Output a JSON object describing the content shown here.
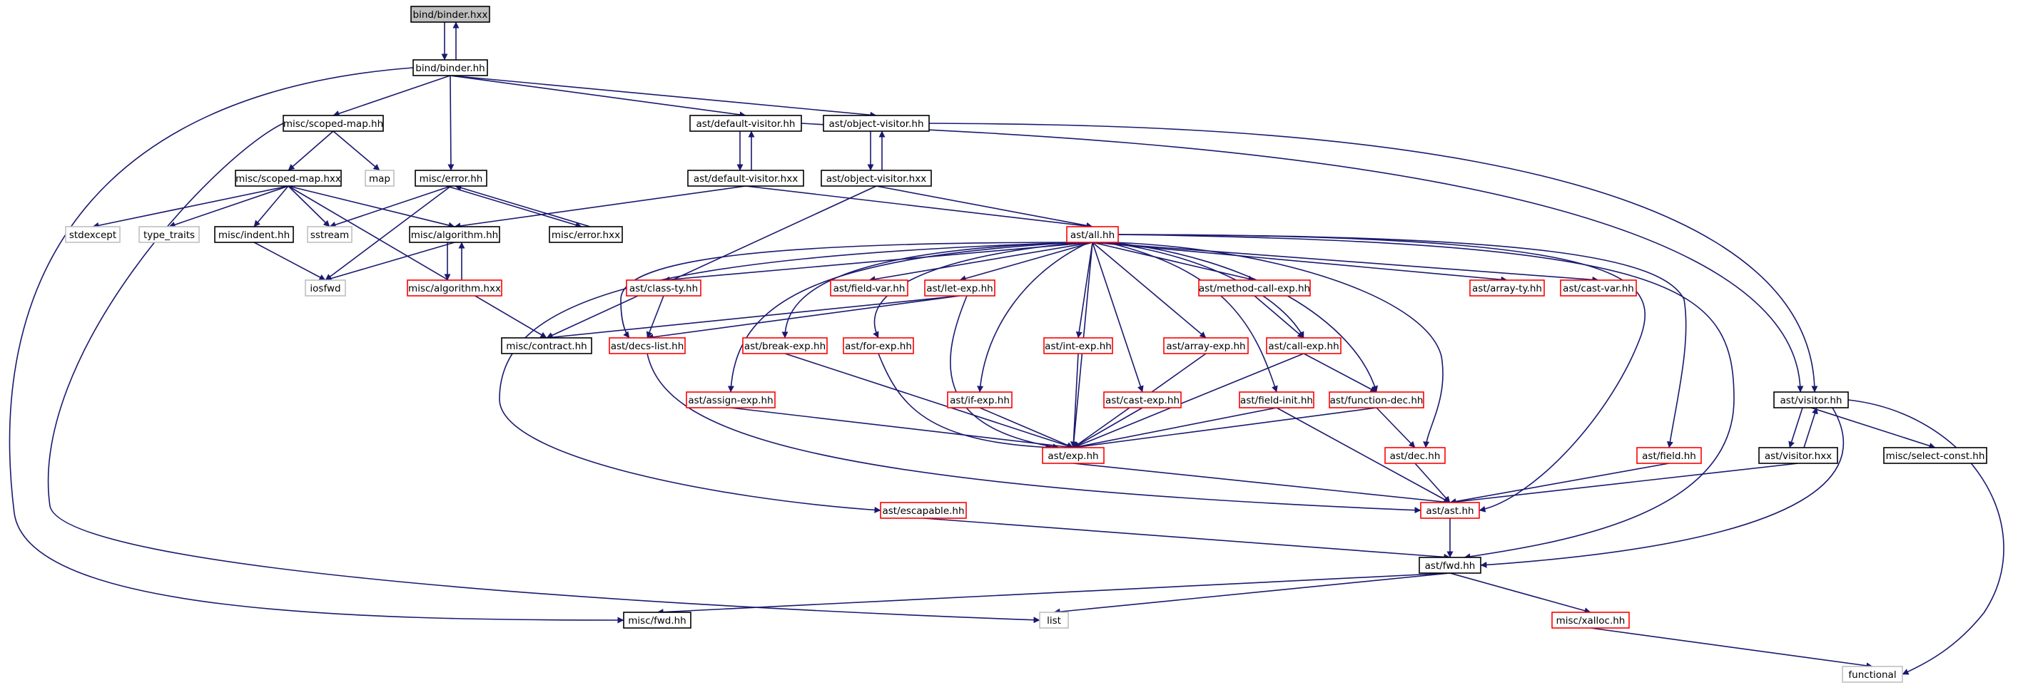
{
  "graph": {
    "colors": {
      "edge": "#191970",
      "root_fill": "#bfbfbf",
      "normal_border": "#000000",
      "truncated_border": "#ff0000",
      "external_border": "#bfbfbf"
    },
    "nodes": [
      {
        "id": "bind_binder_hxx",
        "label": "bind/binder.hxx",
        "kind": "root"
      },
      {
        "id": "bind_binder_hh",
        "label": "bind/binder.hh",
        "kind": "normal"
      },
      {
        "id": "misc_scoped_map_hh",
        "label": "misc/scoped-map.hh",
        "kind": "normal"
      },
      {
        "id": "misc_scoped_map_hxx",
        "label": "misc/scoped-map.hxx",
        "kind": "normal"
      },
      {
        "id": "map",
        "label": "map",
        "kind": "external"
      },
      {
        "id": "misc_error_hh",
        "label": "misc/error.hh",
        "kind": "normal"
      },
      {
        "id": "misc_error_hxx",
        "label": "misc/error.hxx",
        "kind": "normal"
      },
      {
        "id": "stdexcept",
        "label": "stdexcept",
        "kind": "external"
      },
      {
        "id": "type_traits",
        "label": "type_traits",
        "kind": "external"
      },
      {
        "id": "misc_indent_hh",
        "label": "misc/indent.hh",
        "kind": "normal"
      },
      {
        "id": "sstream",
        "label": "sstream",
        "kind": "external"
      },
      {
        "id": "misc_algorithm_hh",
        "label": "misc/algorithm.hh",
        "kind": "normal"
      },
      {
        "id": "misc_algorithm_hxx",
        "label": "misc/algorithm.hxx",
        "kind": "truncated"
      },
      {
        "id": "iosfwd",
        "label": "iosfwd",
        "kind": "external"
      },
      {
        "id": "misc_contract_hh",
        "label": "misc/contract.hh",
        "kind": "normal"
      },
      {
        "id": "ast_default_visitor_hh",
        "label": "ast/default-visitor.hh",
        "kind": "normal"
      },
      {
        "id": "ast_default_visitor_hxx",
        "label": "ast/default-visitor.hxx",
        "kind": "normal"
      },
      {
        "id": "ast_object_visitor_hh",
        "label": "ast/object-visitor.hh",
        "kind": "normal"
      },
      {
        "id": "ast_object_visitor_hxx",
        "label": "ast/object-visitor.hxx",
        "kind": "normal"
      },
      {
        "id": "ast_all_hh",
        "label": "ast/all.hh",
        "kind": "truncated"
      },
      {
        "id": "ast_class_ty_hh",
        "label": "ast/class-ty.hh",
        "kind": "truncated"
      },
      {
        "id": "ast_field_var_hh",
        "label": "ast/field-var.hh",
        "kind": "truncated"
      },
      {
        "id": "ast_let_exp_hh",
        "label": "ast/let-exp.hh",
        "kind": "truncated"
      },
      {
        "id": "ast_method_call_exp_hh",
        "label": "ast/method-call-exp.hh",
        "kind": "truncated"
      },
      {
        "id": "ast_array_ty_hh",
        "label": "ast/array-ty.hh",
        "kind": "truncated"
      },
      {
        "id": "ast_cast_var_hh",
        "label": "ast/cast-var.hh",
        "kind": "truncated"
      },
      {
        "id": "ast_decs_list_hh",
        "label": "ast/decs-list.hh",
        "kind": "truncated"
      },
      {
        "id": "ast_break_exp_hh",
        "label": "ast/break-exp.hh",
        "kind": "truncated"
      },
      {
        "id": "ast_for_exp_hh",
        "label": "ast/for-exp.hh",
        "kind": "truncated"
      },
      {
        "id": "ast_int_exp_hh",
        "label": "ast/int-exp.hh",
        "kind": "truncated"
      },
      {
        "id": "ast_array_exp_hh",
        "label": "ast/array-exp.hh",
        "kind": "truncated"
      },
      {
        "id": "ast_call_exp_hh",
        "label": "ast/call-exp.hh",
        "kind": "truncated"
      },
      {
        "id": "ast_assign_exp_hh",
        "label": "ast/assign-exp.hh",
        "kind": "truncated"
      },
      {
        "id": "ast_if_exp_hh",
        "label": "ast/if-exp.hh",
        "kind": "truncated"
      },
      {
        "id": "ast_cast_exp_hh",
        "label": "ast/cast-exp.hh",
        "kind": "truncated"
      },
      {
        "id": "ast_field_init_hh",
        "label": "ast/field-init.hh",
        "kind": "truncated"
      },
      {
        "id": "ast_function_dec_hh",
        "label": "ast/function-dec.hh",
        "kind": "truncated"
      },
      {
        "id": "ast_exp_hh",
        "label": "ast/exp.hh",
        "kind": "truncated"
      },
      {
        "id": "ast_dec_hh",
        "label": "ast/dec.hh",
        "kind": "truncated"
      },
      {
        "id": "ast_field_hh",
        "label": "ast/field.hh",
        "kind": "truncated"
      },
      {
        "id": "ast_visitor_hh",
        "label": "ast/visitor.hh",
        "kind": "normal"
      },
      {
        "id": "ast_visitor_hxx",
        "label": "ast/visitor.hxx",
        "kind": "normal"
      },
      {
        "id": "misc_select_const_hh",
        "label": "misc/select-const.hh",
        "kind": "normal"
      },
      {
        "id": "ast_escapable_hh",
        "label": "ast/escapable.hh",
        "kind": "truncated"
      },
      {
        "id": "ast_ast_hh",
        "label": "ast/ast.hh",
        "kind": "truncated"
      },
      {
        "id": "ast_fwd_hh",
        "label": "ast/fwd.hh",
        "kind": "normal"
      },
      {
        "id": "misc_fwd_hh",
        "label": "misc/fwd.hh",
        "kind": "normal"
      },
      {
        "id": "list",
        "label": "list",
        "kind": "external"
      },
      {
        "id": "misc_xalloc_hh",
        "label": "misc/xalloc.hh",
        "kind": "truncated"
      },
      {
        "id": "functional",
        "label": "functional",
        "kind": "external"
      }
    ],
    "edges": [
      [
        "bind_binder_hxx",
        "bind_binder_hh"
      ],
      [
        "bind_binder_hh",
        "bind_binder_hxx"
      ],
      [
        "bind_binder_hh",
        "misc_scoped_map_hh"
      ],
      [
        "bind_binder_hh",
        "misc_error_hh"
      ],
      [
        "bind_binder_hh",
        "ast_default_visitor_hh"
      ],
      [
        "bind_binder_hh",
        "ast_object_visitor_hh"
      ],
      [
        "bind_binder_hh",
        "misc_fwd_hh"
      ],
      [
        "misc_scoped_map_hh",
        "misc_scoped_map_hxx"
      ],
      [
        "misc_scoped_map_hh",
        "map"
      ],
      [
        "misc_scoped_map_hh",
        "list"
      ],
      [
        "misc_scoped_map_hxx",
        "stdexcept"
      ],
      [
        "misc_scoped_map_hxx",
        "type_traits"
      ],
      [
        "misc_scoped_map_hxx",
        "misc_indent_hh"
      ],
      [
        "misc_scoped_map_hxx",
        "sstream"
      ],
      [
        "misc_scoped_map_hxx",
        "misc_algorithm_hh"
      ],
      [
        "misc_scoped_map_hxx",
        "misc_contract_hh"
      ],
      [
        "misc_error_hh",
        "misc_error_hxx"
      ],
      [
        "misc_error_hxx",
        "misc_error_hh"
      ],
      [
        "misc_error_hh",
        "sstream"
      ],
      [
        "misc_error_hh",
        "iosfwd"
      ],
      [
        "misc_indent_hh",
        "iosfwd"
      ],
      [
        "misc_algorithm_hh",
        "iosfwd"
      ],
      [
        "misc_algorithm_hh",
        "misc_algorithm_hxx"
      ],
      [
        "misc_algorithm_hxx",
        "misc_algorithm_hh"
      ],
      [
        "ast_default_visitor_hh",
        "ast_default_visitor_hxx"
      ],
      [
        "ast_default_visitor_hxx",
        "ast_default_visitor_hh"
      ],
      [
        "ast_default_visitor_hh",
        "ast_visitor_hh"
      ],
      [
        "ast_default_visitor_hxx",
        "misc_algorithm_hh"
      ],
      [
        "ast_default_visitor_hxx",
        "ast_all_hh"
      ],
      [
        "ast_object_visitor_hh",
        "ast_object_visitor_hxx"
      ],
      [
        "ast_object_visitor_hxx",
        "ast_object_visitor_hh"
      ],
      [
        "ast_object_visitor_hh",
        "ast_visitor_hh"
      ],
      [
        "ast_object_visitor_hxx",
        "misc_contract_hh"
      ],
      [
        "ast_object_visitor_hxx",
        "ast_all_hh"
      ],
      [
        "ast_all_hh",
        "ast_class_ty_hh"
      ],
      [
        "ast_all_hh",
        "ast_field_var_hh"
      ],
      [
        "ast_all_hh",
        "ast_let_exp_hh"
      ],
      [
        "ast_all_hh",
        "ast_method_call_exp_hh"
      ],
      [
        "ast_all_hh",
        "ast_array_ty_hh"
      ],
      [
        "ast_all_hh",
        "ast_cast_var_hh"
      ],
      [
        "ast_all_hh",
        "ast_decs_list_hh"
      ],
      [
        "ast_all_hh",
        "ast_break_exp_hh"
      ],
      [
        "ast_all_hh",
        "ast_for_exp_hh"
      ],
      [
        "ast_all_hh",
        "ast_int_exp_hh"
      ],
      [
        "ast_all_hh",
        "ast_array_exp_hh"
      ],
      [
        "ast_all_hh",
        "ast_call_exp_hh"
      ],
      [
        "ast_all_hh",
        "ast_assign_exp_hh"
      ],
      [
        "ast_all_hh",
        "ast_if_exp_hh"
      ],
      [
        "ast_all_hh",
        "ast_cast_exp_hh"
      ],
      [
        "ast_all_hh",
        "ast_field_init_hh"
      ],
      [
        "ast_all_hh",
        "ast_function_dec_hh"
      ],
      [
        "ast_all_hh",
        "ast_exp_hh"
      ],
      [
        "ast_all_hh",
        "ast_dec_hh"
      ],
      [
        "ast_all_hh",
        "ast_field_hh"
      ],
      [
        "ast_all_hh",
        "ast_escapable_hh"
      ],
      [
        "ast_all_hh",
        "ast_ast_hh"
      ],
      [
        "ast_all_hh",
        "ast_fwd_hh"
      ],
      [
        "ast_class_ty_hh",
        "ast_decs_list_hh"
      ],
      [
        "ast_let_exp_hh",
        "ast_decs_list_hh"
      ],
      [
        "ast_let_exp_hh",
        "misc_contract_hh"
      ],
      [
        "ast_let_exp_hh",
        "ast_exp_hh"
      ],
      [
        "ast_method_call_exp_hh",
        "ast_call_exp_hh"
      ],
      [
        "ast_decs_list_hh",
        "ast_ast_hh"
      ],
      [
        "ast_break_exp_hh",
        "ast_exp_hh"
      ],
      [
        "ast_for_exp_hh",
        "ast_exp_hh"
      ],
      [
        "ast_int_exp_hh",
        "ast_exp_hh"
      ],
      [
        "ast_array_exp_hh",
        "ast_exp_hh"
      ],
      [
        "ast_call_exp_hh",
        "ast_exp_hh"
      ],
      [
        "ast_call_exp_hh",
        "ast_function_dec_hh"
      ],
      [
        "ast_assign_exp_hh",
        "ast_exp_hh"
      ],
      [
        "ast_if_exp_hh",
        "ast_exp_hh"
      ],
      [
        "ast_cast_exp_hh",
        "ast_exp_hh"
      ],
      [
        "ast_field_init_hh",
        "ast_exp_hh"
      ],
      [
        "ast_field_init_hh",
        "ast_ast_hh"
      ],
      [
        "ast_function_dec_hh",
        "ast_exp_hh"
      ],
      [
        "ast_function_dec_hh",
        "ast_dec_hh"
      ],
      [
        "ast_exp_hh",
        "ast_ast_hh"
      ],
      [
        "ast_dec_hh",
        "ast_ast_hh"
      ],
      [
        "ast_field_hh",
        "ast_ast_hh"
      ],
      [
        "ast_visitor_hh",
        "ast_visitor_hxx"
      ],
      [
        "ast_visitor_hxx",
        "ast_visitor_hh"
      ],
      [
        "ast_visitor_hh",
        "misc_select_const_hh"
      ],
      [
        "ast_visitor_hh",
        "functional"
      ],
      [
        "ast_visitor_hh",
        "ast_fwd_hh"
      ],
      [
        "ast_visitor_hxx",
        "ast_ast_hh"
      ],
      [
        "ast_escapable_hh",
        "ast_fwd_hh"
      ],
      [
        "ast_ast_hh",
        "ast_fwd_hh"
      ],
      [
        "ast_fwd_hh",
        "misc_fwd_hh"
      ],
      [
        "ast_fwd_hh",
        "list"
      ],
      [
        "ast_fwd_hh",
        "misc_xalloc_hh"
      ],
      [
        "misc_xalloc_hh",
        "functional"
      ]
    ]
  }
}
